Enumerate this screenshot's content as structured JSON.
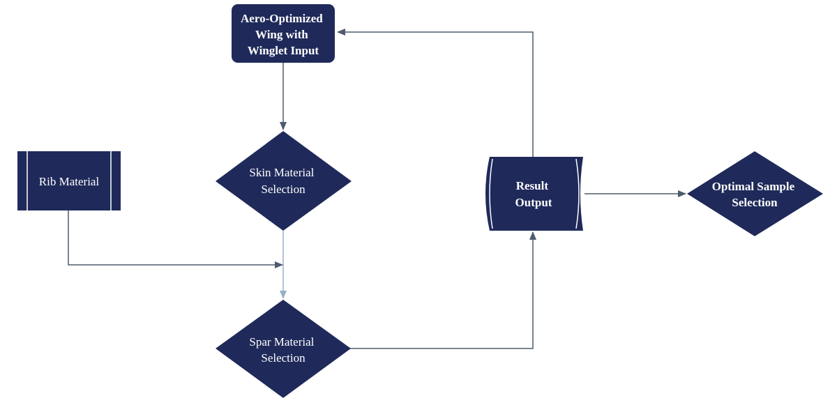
{
  "colors": {
    "node_fill": "#1f2a5a",
    "connector": "#4d5b6b",
    "connector_light": "#98afc6",
    "node_line": "#ffffff",
    "text": "#ffffff"
  },
  "nodes": {
    "wing_input": {
      "lines": [
        "Aero-Optimized",
        "Wing with",
        "Winglet Input"
      ]
    },
    "rib_material": {
      "lines": [
        "Rib Material"
      ]
    },
    "skin_selection": {
      "lines": [
        "Skin Material",
        "Selection"
      ]
    },
    "spar_selection": {
      "lines": [
        "Spar Material",
        "Selection"
      ]
    },
    "result_output": {
      "lines": [
        "Result",
        "Output"
      ]
    },
    "optimal_selection": {
      "lines": [
        "Optimal Sample",
        "Selection"
      ]
    }
  }
}
